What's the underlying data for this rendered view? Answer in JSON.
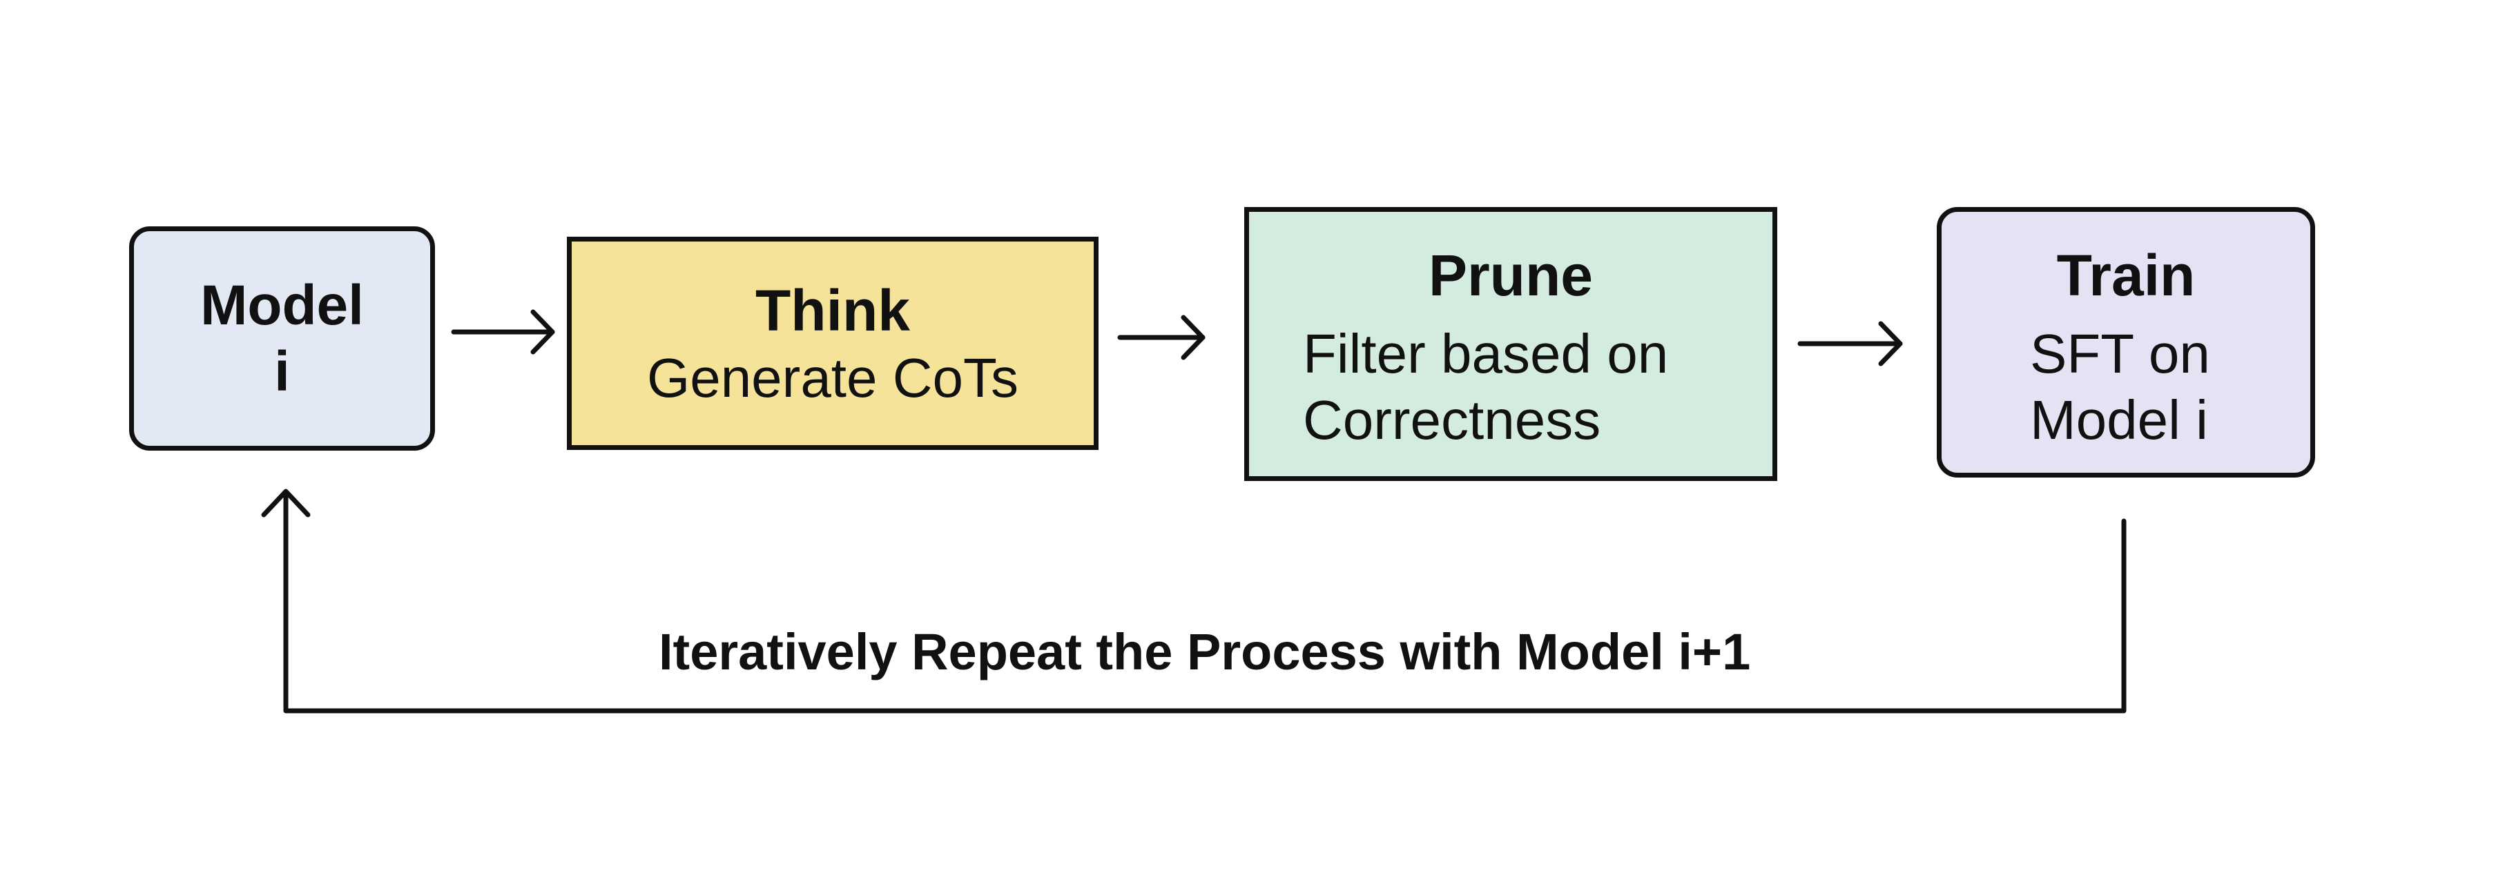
{
  "diagram": {
    "nodes": [
      {
        "id": "model",
        "title": "Model i",
        "lines": [
          "Model",
          "i"
        ],
        "fill": "#e3e9f4"
      },
      {
        "id": "think",
        "title": "Think",
        "subtitle": "Generate CoTs",
        "fill": "#f6e39a"
      },
      {
        "id": "prune",
        "title": "Prune",
        "subtitle_lines": [
          "Filter based on",
          "Correctness"
        ],
        "fill": "#d4ecdf"
      },
      {
        "id": "train",
        "title": "Train",
        "subtitle_lines": [
          "SFT on",
          "Model i"
        ],
        "fill": "#e5e2f3"
      }
    ],
    "edges": [
      {
        "from": "model",
        "to": "think"
      },
      {
        "from": "think",
        "to": "prune"
      },
      {
        "from": "prune",
        "to": "train"
      },
      {
        "from": "train",
        "to": "model",
        "label": "Iteratively Repeat the Process with Model i+1"
      }
    ],
    "stroke_color": "#111111"
  }
}
